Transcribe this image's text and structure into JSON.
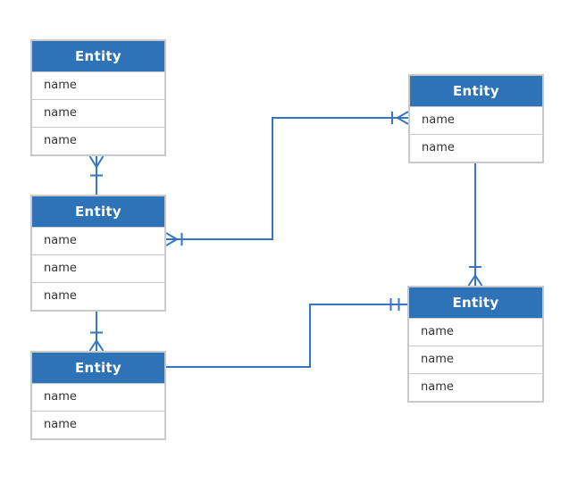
{
  "diagram": {
    "background_color": "#FFFFFF",
    "colors": {
      "entity_header_fill": "#2E73B8",
      "entity_header_text": "#FFFFFF",
      "entity_border": "#C9C9C9",
      "attribute_text": "#333333",
      "connector": "#3575C3"
    },
    "entities": [
      {
        "position": "top-left",
        "title": "Entity",
        "attributes": [
          "name",
          "name",
          "name"
        ]
      },
      {
        "position": "middle-left",
        "title": "Entity",
        "attributes": [
          "name",
          "name",
          "name"
        ]
      },
      {
        "position": "bottom-left",
        "title": "Entity",
        "attributes": [
          "name",
          "name"
        ]
      },
      {
        "position": "top-right",
        "title": "Entity",
        "attributes": [
          "name",
          "name"
        ]
      },
      {
        "position": "bottom-right",
        "title": "Entity",
        "attributes": [
          "name",
          "name",
          "name"
        ]
      }
    ],
    "relationships": [
      {
        "from": "top-left",
        "to": "middle-left",
        "from_end": "one-or-many",
        "to_end": "plain"
      },
      {
        "from": "middle-left",
        "to": "top-right",
        "from_end": "one-or-many",
        "to_end": "one-or-many"
      },
      {
        "from": "middle-left",
        "to": "bottom-left",
        "from_end": "plain",
        "to_end": "one-or-many"
      },
      {
        "from": "top-right",
        "to": "bottom-right",
        "from_end": "plain",
        "to_end": "one-or-many"
      },
      {
        "from": "bottom-left",
        "to": "bottom-right",
        "from_end": "plain",
        "to_end": "one-and-only-one"
      }
    ]
  }
}
